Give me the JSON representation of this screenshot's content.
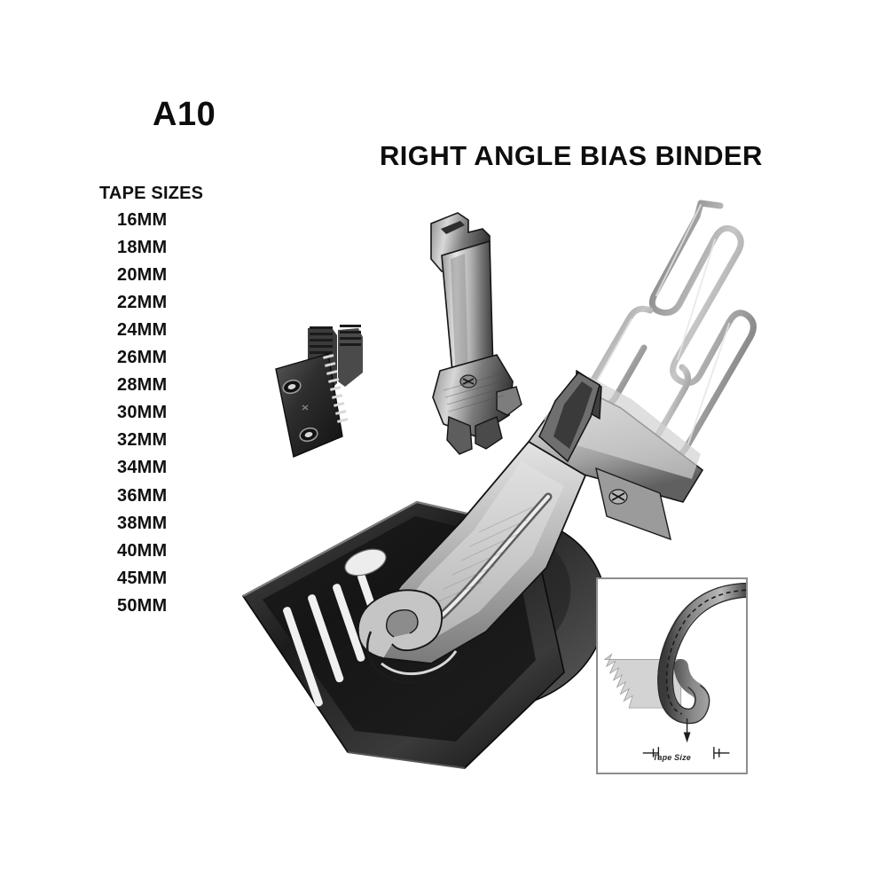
{
  "model_code": "A10",
  "product_title": "RIGHT ANGLE BIAS BINDER",
  "tape_sizes": {
    "heading": "TAPE SIZES",
    "items": [
      "16MM",
      "18MM",
      "20MM",
      "22MM",
      "24MM",
      "26MM",
      "28MM",
      "30MM",
      "32MM",
      "34MM",
      "36MM",
      "38MM",
      "40MM",
      "45MM",
      "50MM"
    ]
  },
  "inset_detail": {
    "caption": "Tape Size"
  },
  "illustration": {
    "parts": [
      {
        "name": "feed-dog",
        "label": "feed dog with serrated teeth and two screw holes"
      },
      {
        "name": "presser-foot",
        "label": "presser foot with shank and screw"
      },
      {
        "name": "wire-tape-guide",
        "label": "serpentine wire tape guide spring"
      },
      {
        "name": "binder-body",
        "label": "right angle binder body with throat plate and scroll funnel"
      }
    ]
  },
  "colors": {
    "background": "#ffffff",
    "text": "#111111",
    "metal_dark": "#2b2b2b",
    "metal_mid": "#6e6e6e",
    "metal_light": "#c9c9c9",
    "metal_highlight": "#efefef",
    "inset_border": "#8d8d8d"
  }
}
